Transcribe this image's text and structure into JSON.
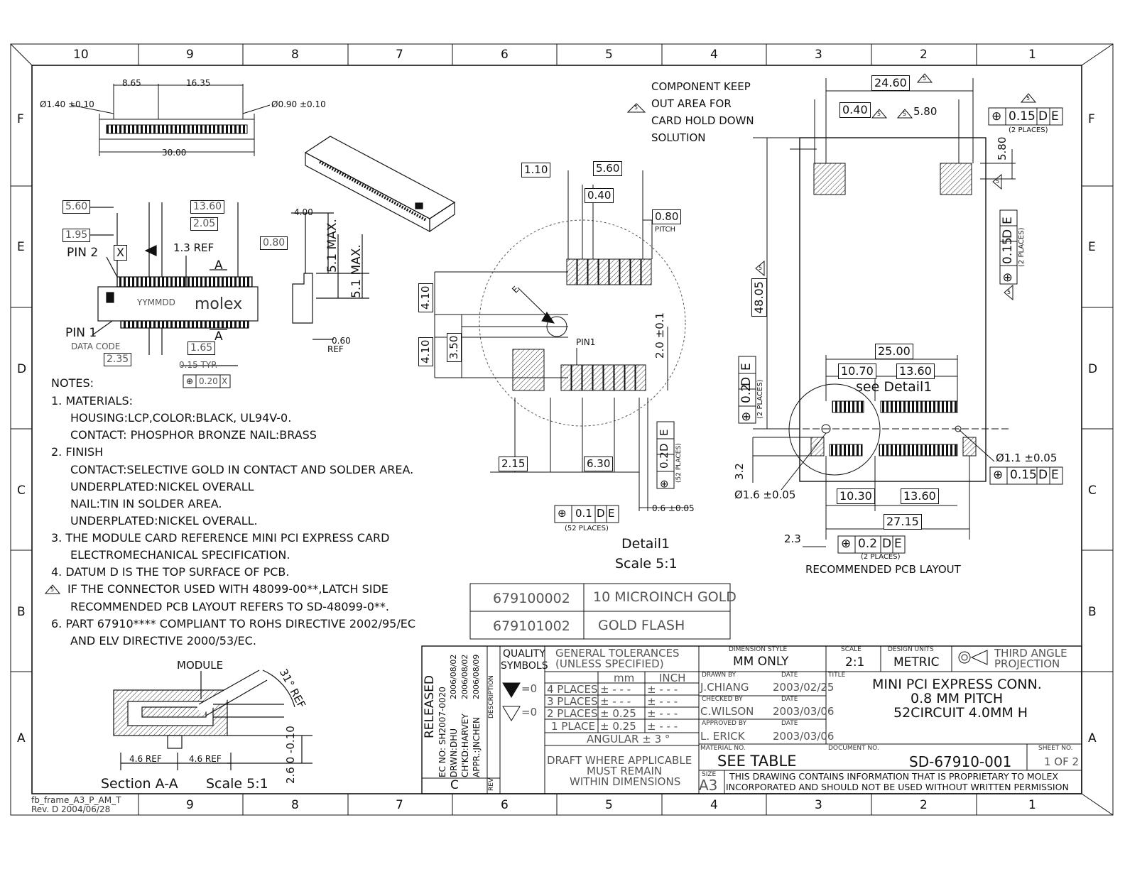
{
  "frame": {
    "col_numbers_top": [
      "10",
      "9",
      "8",
      "7",
      "6",
      "5",
      "4",
      "3",
      "2",
      "1"
    ],
    "col_numbers_bottom": [
      "9",
      "8",
      "7",
      "6",
      "5",
      "4",
      "3",
      "2",
      "1"
    ],
    "row_letters": [
      "F",
      "E",
      "D",
      "C",
      "B",
      "A"
    ],
    "template_name": "fb_frame_A3_P_AM_T",
    "template_rev": "Rev. D 2004/06/28"
  },
  "top_view": {
    "dims": [
      "8.65",
      "16.35",
      "30.00"
    ],
    "hole_left": "Ø1.40 ±0.10",
    "hole_right": "Ø0.90 ±0.10"
  },
  "front_view": {
    "dims": [
      "5.60",
      "13.60",
      "2.05",
      "1.95",
      "1.3 REF",
      "0.80",
      "1.65",
      "2.35",
      "0.15 TYP."
    ],
    "labels": {
      "pin2": "PIN 2",
      "pin1": "PIN 1",
      "datum_x": "X",
      "data_code": "DATA CODE",
      "yymmdd": "YYMMDD",
      "brand": "molex",
      "section": "A",
      "tol_frame": [
        "⊕",
        "0.20",
        "X"
      ]
    }
  },
  "side_view": {
    "dims": [
      "4.00",
      "5.1 MAX.",
      "5.1 MAX.",
      "0.60",
      "REF"
    ]
  },
  "keepout": {
    "lines": [
      "COMPONENT KEEP",
      "OUT AREA FOR",
      "CARD HOLD DOWN",
      "SOLUTION"
    ],
    "flag": "5"
  },
  "detail1": {
    "dims": [
      "1.10",
      "5.60",
      "0.40",
      "0.80",
      "PITCH",
      "4.10",
      "3.50",
      "4.10",
      "2.0 ±0.1",
      "2.15",
      "6.30",
      "0.6 ±0.05"
    ],
    "datum_e": "E",
    "pin1": "PIN1",
    "tol1": [
      "⊕",
      "0.2",
      "D",
      "E"
    ],
    "tol1_note": "(52 PLACES)",
    "tol2": [
      "⊕",
      "0.1",
      "D",
      "E"
    ],
    "tol2_note": "(52 PLACES)",
    "title": "Detail1",
    "scale": "Scale 5:1"
  },
  "pcb_layout": {
    "dims": [
      "24.60",
      "0.40",
      "5.80",
      "5.80",
      "48.05",
      "25.00",
      "10.70",
      "13.60",
      "10.30",
      "13.60",
      "27.15",
      "3.2",
      "2.3"
    ],
    "tol_f": [
      "⊕",
      "0.15",
      "D",
      "E"
    ],
    "tol_places": "(2 PLACES)",
    "tol_e": [
      "⊕",
      "0.15",
      "D",
      "E"
    ],
    "tol_d": [
      "⊕",
      "0.2",
      "D",
      "E"
    ],
    "tol_c": [
      "⊕",
      "0.15",
      "D",
      "E"
    ],
    "tol_bottom": [
      "⊕",
      "0.2",
      "D",
      "E"
    ],
    "hole_small": "Ø1.1 ±0.05",
    "hole_large": "Ø1.6 ±0.05",
    "see_detail": "see  Detail1",
    "title": "RECOMMENDED PCB LAYOUT",
    "flag": "5"
  },
  "notes": {
    "header": "NOTES:",
    "lines": [
      "1. MATERIALS:",
      "HOUSING:LCP,COLOR:BLACK, UL94V-0.",
      "CONTACT: PHOSPHOR BRONZE NAIL:BRASS",
      "2. FINISH",
      "CONTACT:SELECTIVE GOLD IN CONTACT AND SOLDER AREA.",
      "UNDERPLATED:NICKEL OVERALL",
      "NAIL:TIN IN SOLDER AREA.",
      "UNDERPLATED:NICKEL OVERALL.",
      "3. THE MODULE CARD REFERENCE MINI PCI EXPRESS CARD",
      "ELECTROMECHANICAL SPECIFICATION.",
      "4. DATUM D IS THE TOP SURFACE OF PCB.",
      "IF THE CONNECTOR USED WITH 48099-00**,LATCH SIDE",
      "RECOMMENDED PCB LAYOUT REFERS TO SD-48099-0**.",
      "6. PART 67910**** COMPLIANT TO ROHS DIRECTIVE 2002/95/EC",
      "AND ELV DIRECTIVE 2000/53/EC."
    ]
  },
  "part_table": [
    {
      "part": "679100002",
      "finish": "10 MICROINCH GOLD"
    },
    {
      "part": "679101002",
      "finish": "GOLD FLASH"
    }
  ],
  "section_view": {
    "module": "MODULE",
    "angle": "31° REF",
    "dim_left": "4.6 REF",
    "dim_right": "4.6 REF",
    "dim_height": "2.6 0 -0.10",
    "title": "Section A-A",
    "scale": "Scale 5:1"
  },
  "title_block": {
    "released": "RELEASED",
    "ec_no": "EC NO: SH2007-0020",
    "drwn": "DRWN:DHU",
    "chkd": "CH'KD:HARVEY",
    "appr": "APPR.:JNCHEN",
    "date1": "2006/08/02",
    "date2": "2006/08/02",
    "date3": "2006/08/09",
    "description": "DESCRIPTION",
    "rev_label": "REV",
    "rev": "C",
    "quality": "QUALITY",
    "symbols": "SYMBOLS",
    "q1": "=0",
    "q2": "=0",
    "gen_tol": "GENERAL  TOLERANCES",
    "unless": "(UNLESS  SPECIFIED)",
    "mm": "mm",
    "inch": "INCH",
    "tol_rows": [
      {
        "label": "4 PLACES",
        "mm": "± - - -",
        "inch": "± - - -"
      },
      {
        "label": "3 PLACES",
        "mm": "± - - -",
        "inch": "± - - -"
      },
      {
        "label": "2 PLACES",
        "mm": "± 0.25",
        "inch": "± - - -"
      },
      {
        "label": "1 PLACE",
        "mm": "± 0.25",
        "inch": "± - - -"
      }
    ],
    "angular": "ANGULAR ± 3 °",
    "draft": [
      "DRAFT WHERE APPLICABLE",
      "MUST REMAIN",
      "WITHIN DIMENSIONS"
    ],
    "dim_style_label": "DIMENSION STYLE",
    "dim_style": "MM ONLY",
    "scale_label": "SCALE",
    "scale": "2:1",
    "units_label": "DESIGN UNITS",
    "units": "METRIC",
    "projection": [
      "THIRD ANGLE",
      "PROJECTION"
    ],
    "drawn_by_label": "DRAWN BY",
    "drawn_by": "J.CHIANG",
    "drawn_date": "2003/02/25",
    "checked_by_label": "CHECKED BY",
    "checked_by": "C.WILSON",
    "checked_date": "2003/03/06",
    "approved_by_label": "APPROVED BY",
    "approved_by": "L. ERICK",
    "approved_date": "2003/03/06",
    "date_label": "DATE",
    "material_label": "MATERIAL NO.",
    "material": "SEE TABLE",
    "title_label": "TITLE",
    "title_lines": [
      "MINI PCI EXPRESS CONN.",
      "0.8 MM PITCH",
      "52CIRCUIT  4.0MM H"
    ],
    "doc_label": "DOCUMENT NO.",
    "doc_no": "SD-67910-001",
    "sheet_label": "SHEET NO.",
    "sheet": "1 OF 2",
    "size_label": "SIZE",
    "size": "A3",
    "proprietary": [
      "THIS DRAWING CONTAINS INFORMATION THAT IS PROPRIETARY TO MOLEX",
      "INCORPORATED AND SHOULD NOT BE USED WITHOUT WRITTEN PERMISSION"
    ]
  }
}
